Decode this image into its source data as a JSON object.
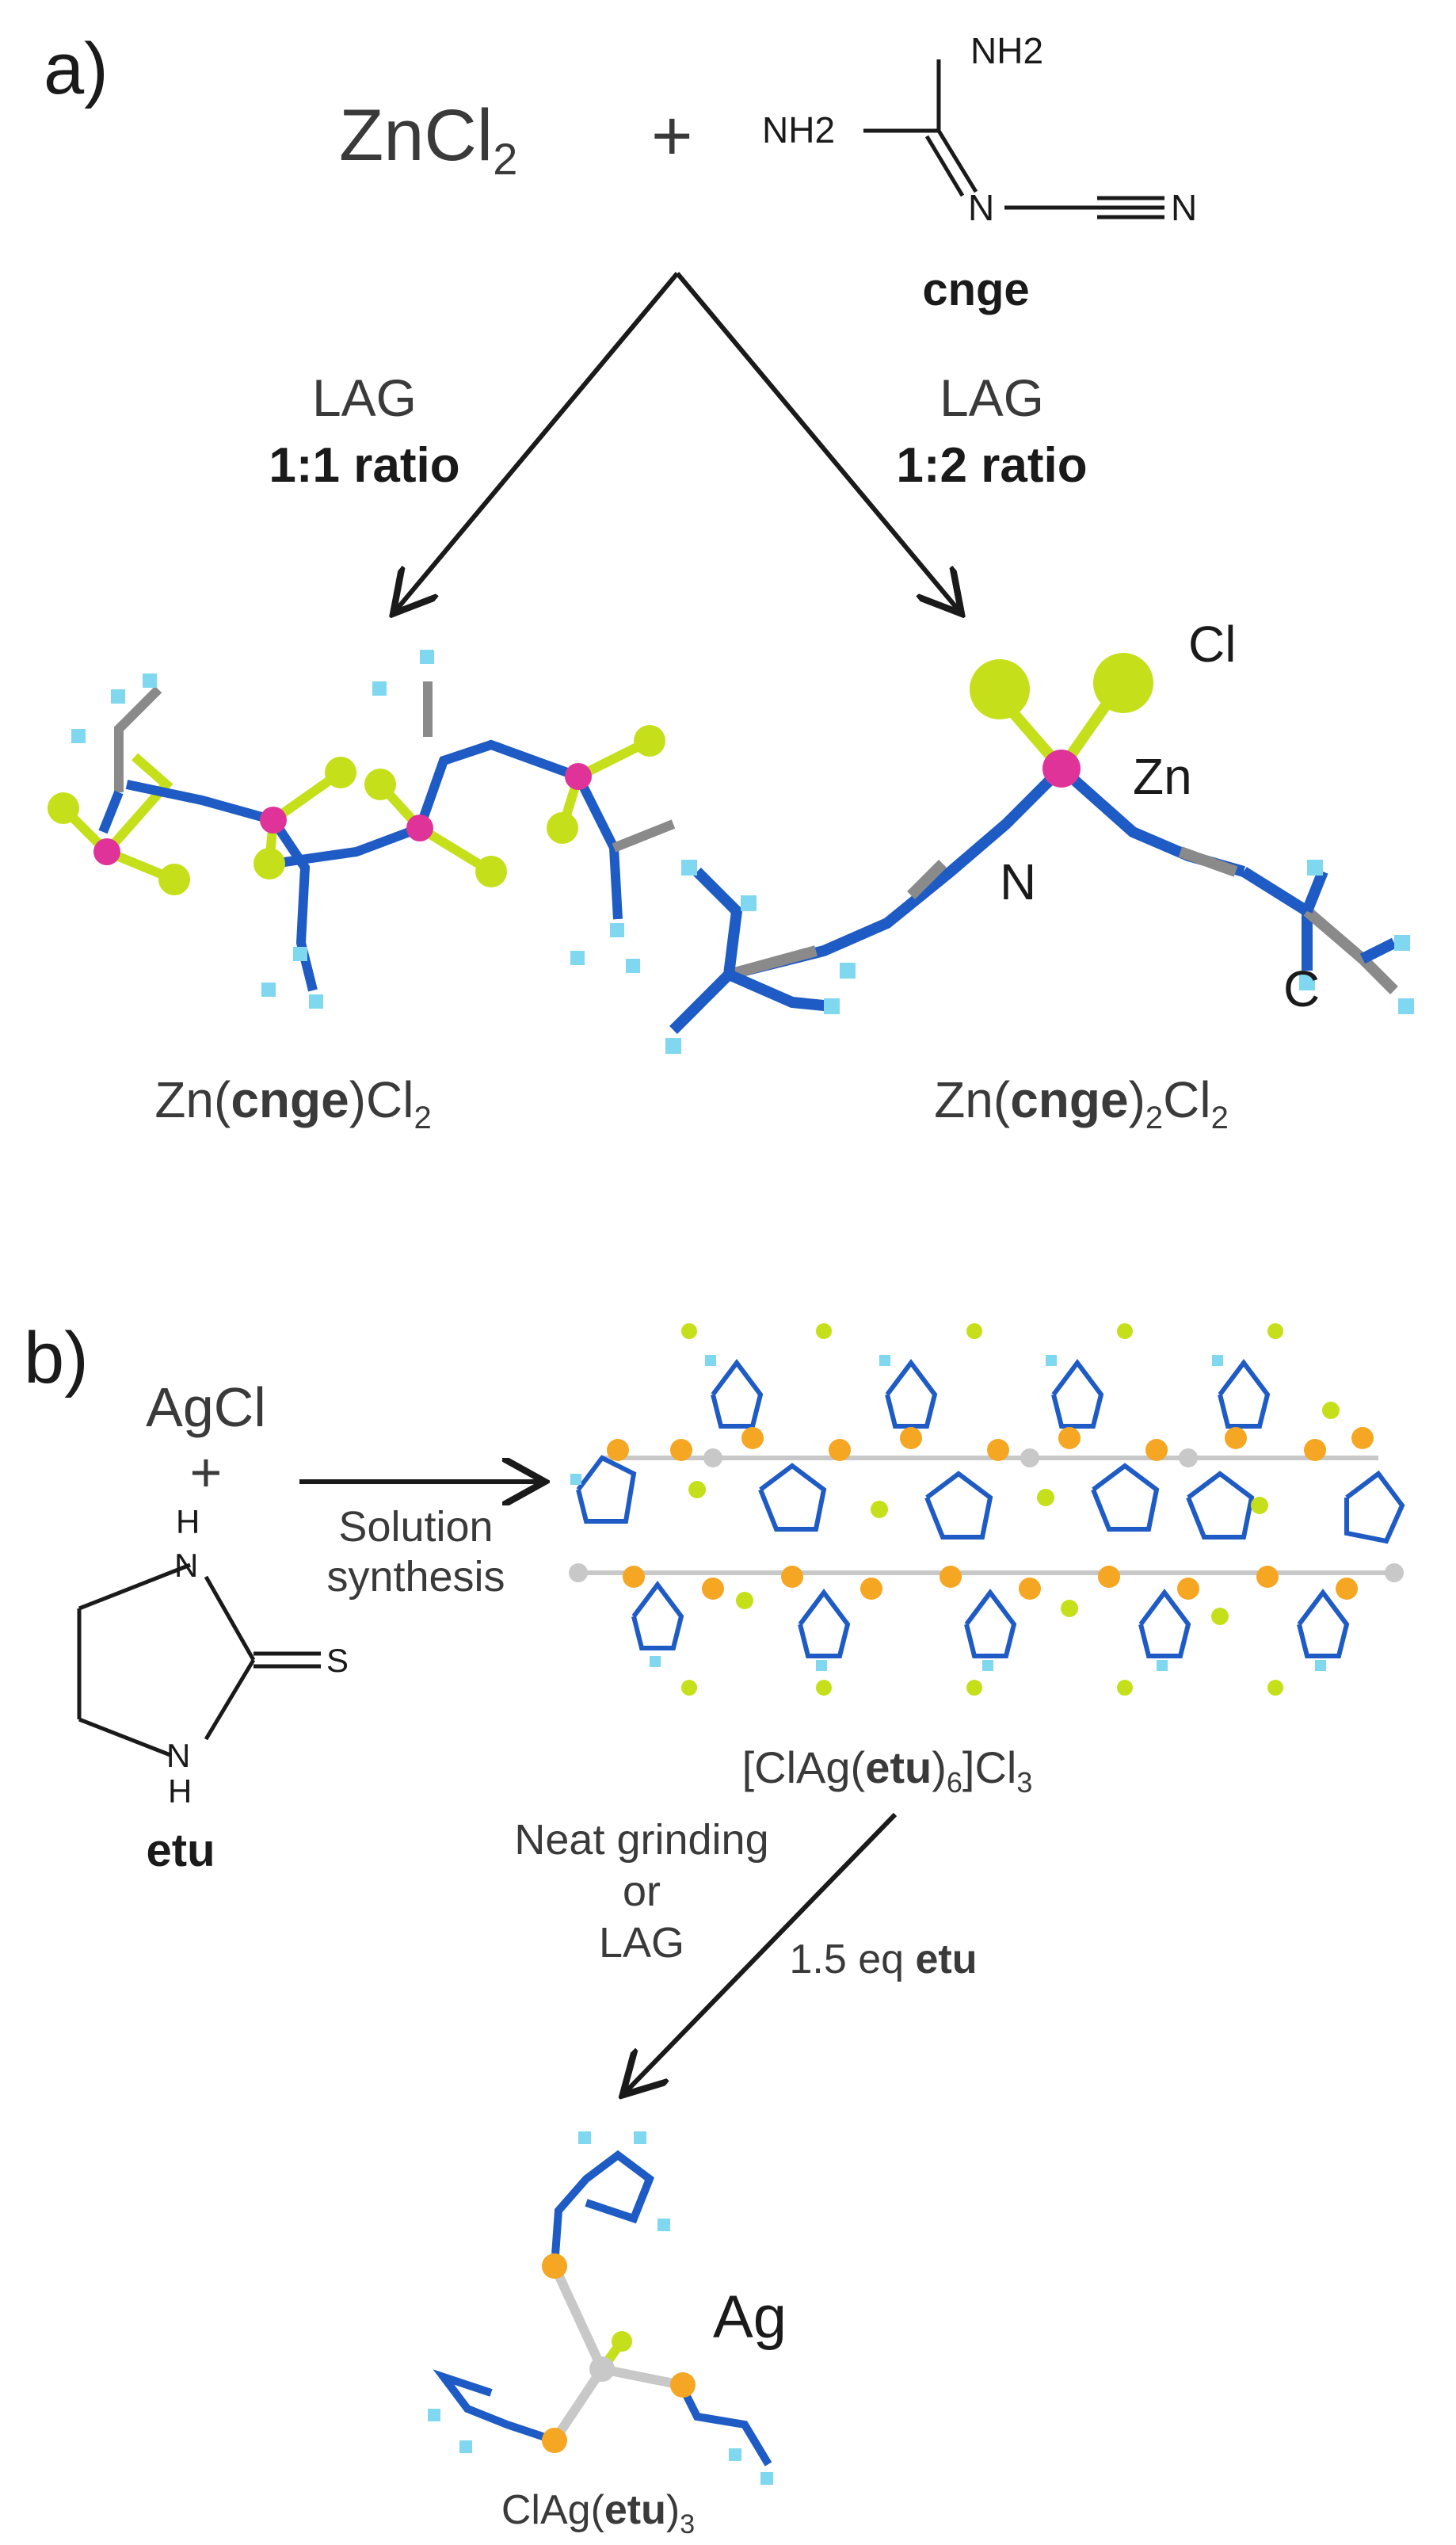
{
  "panel_a": {
    "label": "a)",
    "reactant1": {
      "main": "ZnCl",
      "sub": "2"
    },
    "plus": "+",
    "cnge_atoms": {
      "nh2_top": "NH2",
      "nh2_left": "NH2",
      "n_mid": "N",
      "n_end": "N"
    },
    "cnge_name": "cnge",
    "left_route": {
      "method": "LAG",
      "ratio": "1:1 ratio"
    },
    "right_route": {
      "method": "LAG",
      "ratio": "1:2 ratio"
    },
    "product1": {
      "pre": "Zn(",
      "bold": "cnge",
      "post": ")Cl",
      "sub": "2"
    },
    "product2": {
      "pre": "Zn(",
      "bold": "cnge",
      "post": ")",
      "sub1": "2",
      "mid": "Cl",
      "sub2": "2"
    },
    "atom_labels": {
      "cl": "Cl",
      "zn": "Zn",
      "n": "N",
      "c": "C"
    }
  },
  "panel_b": {
    "label": "b)",
    "reactant1": "AgCl",
    "plus": "+",
    "etu_atoms": {
      "h_top": "H",
      "n_top": "N",
      "s": "S",
      "n_bottom": "N",
      "h_bottom": "H"
    },
    "etu_name": "etu",
    "route1": {
      "line1": "Solution",
      "line2": "synthesis"
    },
    "product1": {
      "pre": "[ClAg(",
      "bold": "etu",
      "post": ")",
      "sub1": "6",
      "mid": "]Cl",
      "sub2": "3"
    },
    "route2": {
      "line1": "Neat grinding",
      "line2": "or",
      "line3": "LAG"
    },
    "equiv": {
      "pre": "1.5 eq ",
      "bold": "etu"
    },
    "product2": {
      "pre": "ClAg(",
      "bold": "etu",
      "post": ")",
      "sub": "3"
    },
    "atom_label_ag": "Ag"
  },
  "colors": {
    "zinc": "#e0339a",
    "chlorine": "#c5e01a",
    "nitrogen": "#1f5bc4",
    "carbon": "#8a8a8a",
    "hydrogen": "#7fd8ef",
    "sulfur": "#f5a623",
    "silver": "#c8c8c8"
  }
}
